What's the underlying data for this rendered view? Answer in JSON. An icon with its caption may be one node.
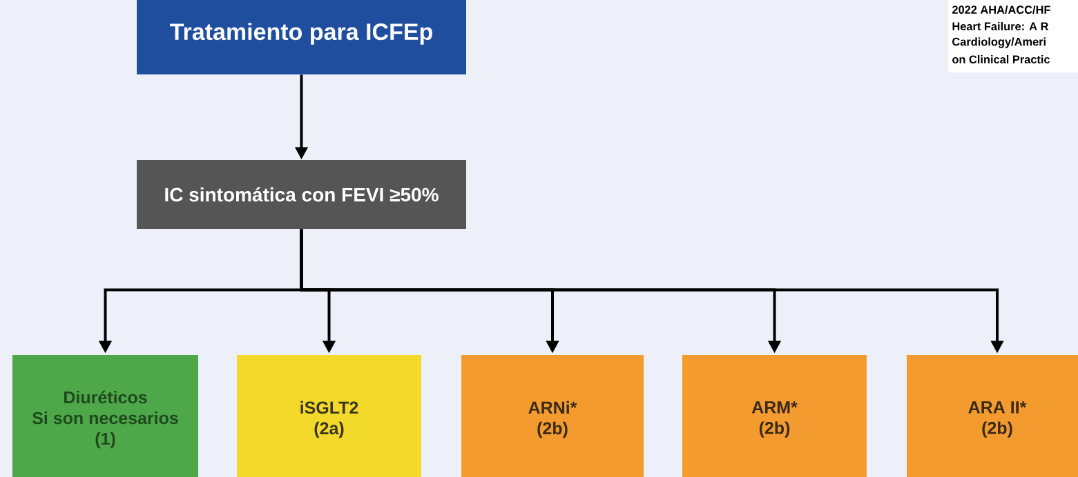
{
  "diagram": {
    "nodes": [
      {
        "text": [
          "Tratamiento para ICFEp"
        ]
      },
      {
        "text": [
          "IC sintomática con FEVI ≥50%"
        ]
      },
      {
        "text": [
          "Diuréticos",
          "Si son necesarios",
          "(1)"
        ]
      },
      {
        "text": [
          "iSGLT2",
          "(2a)"
        ]
      },
      {
        "text": [
          "ARNi*",
          "(2b)"
        ]
      },
      {
        "text": [
          "ARM*",
          "(2b)"
        ]
      },
      {
        "text": [
          "ARA II*",
          "(2b)"
        ]
      }
    ],
    "edges": [
      {
        "from": 0,
        "to": 1,
        "arrow": "to"
      },
      {
        "from": 1,
        "to": 2,
        "arrow": "to"
      },
      {
        "from": 1,
        "to": 3,
        "arrow": "to"
      },
      {
        "from": 1,
        "to": 4,
        "arrow": "to"
      },
      {
        "from": 1,
        "to": 5,
        "arrow": "to"
      },
      {
        "from": 1,
        "to": 6,
        "arrow": "to"
      }
    ],
    "labels": [
      "2022 AHA/ACC/HF",
      "Heart Failure: A R",
      "Cardiology/Ameri",
      "on Clinical Practic"
    ]
  }
}
